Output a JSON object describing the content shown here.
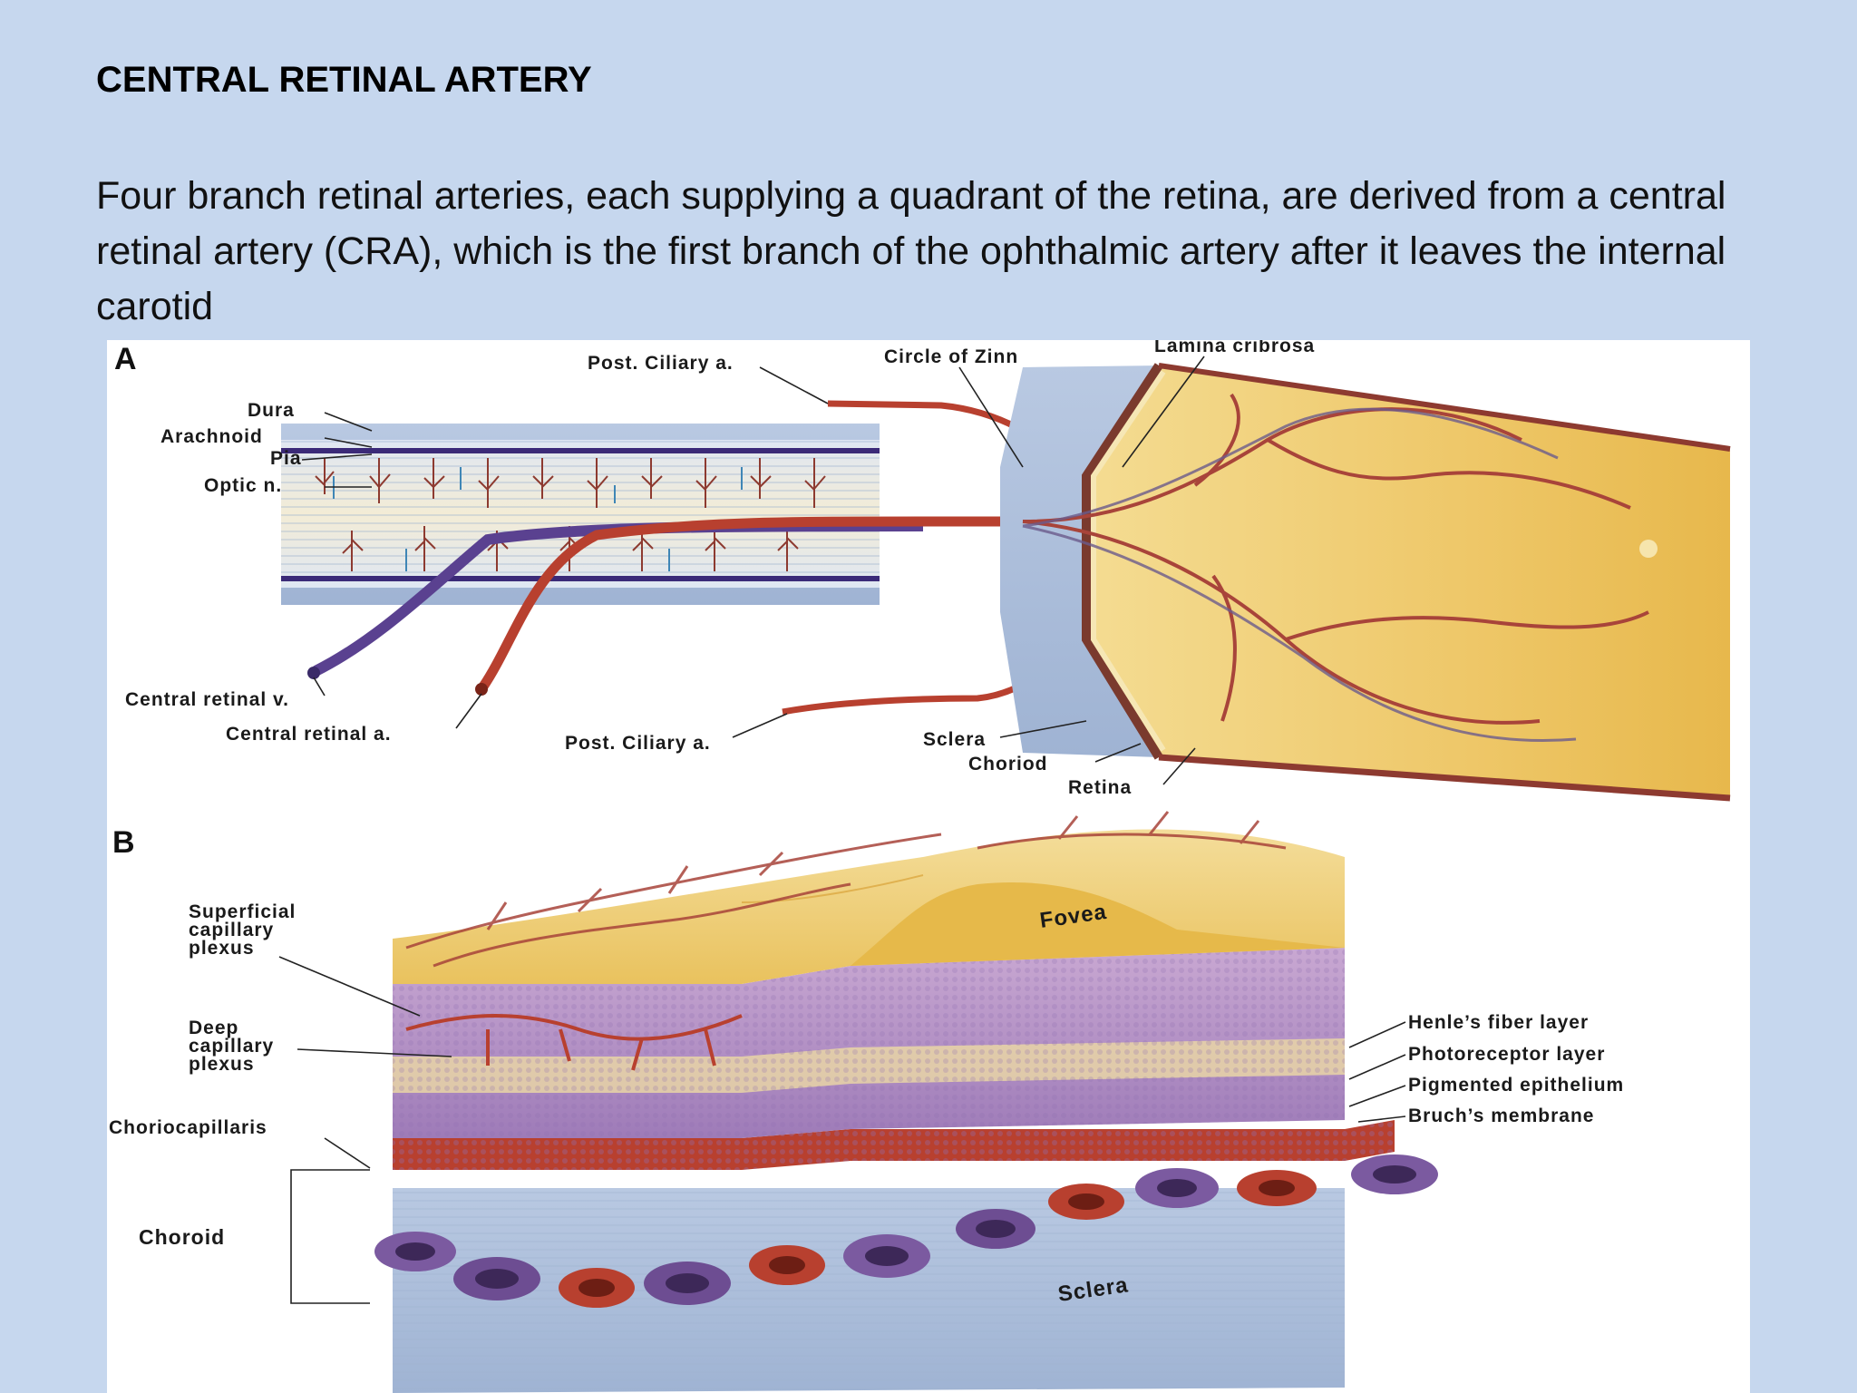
{
  "slide": {
    "title": "CENTRAL RETINAL ARTERY",
    "body": "Four branch retinal arteries, each supplying a quadrant of the retina, are derived from a central retinal artery (CRA), which is the first branch of the ophthalmic artery after it leaves the internal carotid"
  },
  "figure": {
    "panel_a": {
      "letter": "A",
      "labels": {
        "post_ciliary_top": "Post. Ciliary a.",
        "circle_of_zinn": "Circle of Zinn",
        "lamina_cribrosa": "Lamina cribrosa",
        "dura": "Dura",
        "arachnoid": "Arachnoid",
        "pia": "Pia",
        "optic_n": "Optic n.",
        "central_retinal_v": "Central retinal v.",
        "central_retinal_a": "Central retinal a.",
        "post_ciliary_bottom": "Post. Ciliary a.",
        "sclera": "Sclera",
        "choriod": "Choriod",
        "retina": "Retina"
      }
    },
    "panel_b": {
      "letter": "B",
      "labels": {
        "superficial_1": "Superficial",
        "superficial_2": "capillary",
        "superficial_3": "plexus",
        "deep_1": "Deep",
        "deep_2": "capillary",
        "deep_3": "plexus",
        "choriocapillaris": "Choriocapillaris",
        "choroid": "Choroid",
        "fovea": "Fovea",
        "sclera": "Sclera",
        "henle": "Henle’s fiber layer",
        "photoreceptor": "Photoreceptor layer",
        "pigmented": "Pigmented epithelium",
        "bruch": "Bruch’s membrane"
      }
    }
  }
}
